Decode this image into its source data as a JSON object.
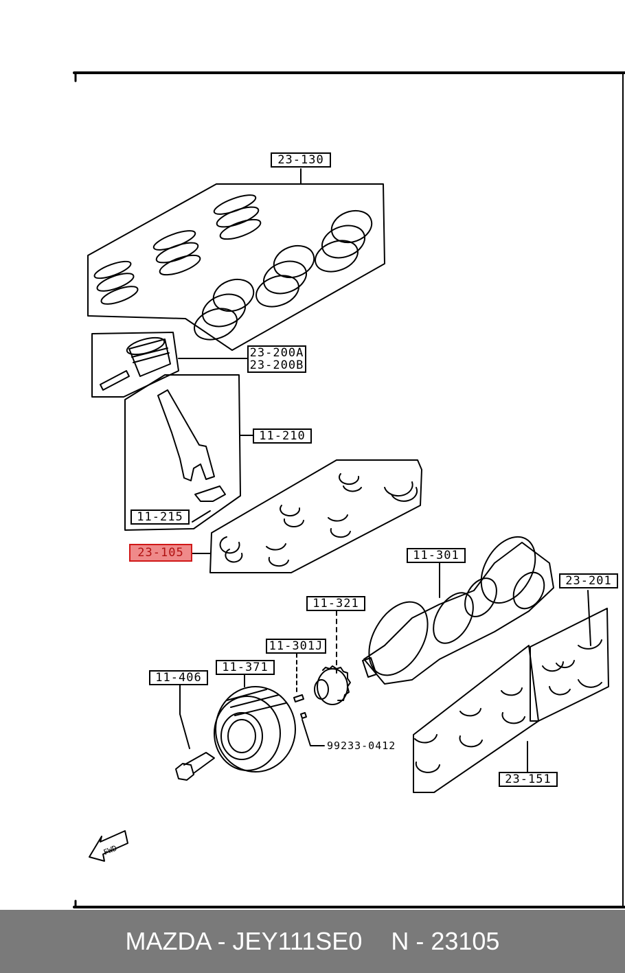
{
  "labels": {
    "piston_rings": "23-130",
    "piston_a": "23-200A",
    "piston_b": "23-200B",
    "connecting_rod": "11-210",
    "rod_bolt": "11-215",
    "rod_bearing": "23-105",
    "crankshaft": "11-301",
    "thrust_bearing": "23-201",
    "crank_gear": "11-321",
    "crank_key": "11-301J",
    "pulley": "11-371",
    "pulley_bolt": "11-406",
    "pulley_key": "99233-0412",
    "main_bearing": "23-151",
    "fwd": "FWD"
  },
  "highlight_color": "#ef8a8a",
  "footer": {
    "brand": "MAZDA - JEY111SE0",
    "part": "N - 23105"
  }
}
